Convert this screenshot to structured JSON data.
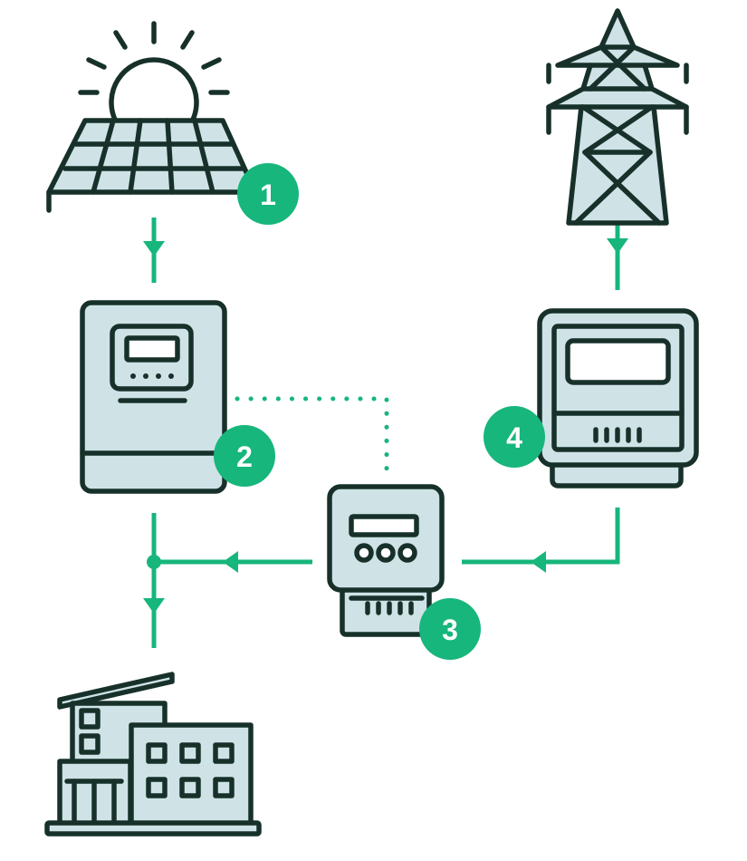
{
  "colors": {
    "accent": "#17b67c",
    "ink": "#17312a",
    "equipment_fill": "#cfe3e7"
  },
  "nodes": [
    {
      "id": "solar-panel",
      "icon": "solar-panel-icon",
      "badge": "1"
    },
    {
      "id": "inverter",
      "icon": "inverter-icon",
      "badge": "2"
    },
    {
      "id": "smart-meter",
      "icon": "electric-meter-icon",
      "badge": "3"
    },
    {
      "id": "grid-meter",
      "icon": "utility-meter-icon",
      "badge": "4"
    },
    {
      "id": "power-tower",
      "icon": "transmission-tower-icon"
    },
    {
      "id": "building",
      "icon": "building-icon"
    }
  ],
  "connections": [
    {
      "from": "solar-panel",
      "to": "inverter",
      "style": "solid"
    },
    {
      "from": "power-tower",
      "to": "grid-meter",
      "style": "solid"
    },
    {
      "from": "grid-meter",
      "to": "smart-meter",
      "style": "solid"
    },
    {
      "from": "smart-meter",
      "to": "building",
      "style": "solid"
    },
    {
      "from": "inverter",
      "to": "building",
      "style": "solid"
    },
    {
      "from": "inverter",
      "to": "smart-meter",
      "style": "dotted"
    }
  ]
}
